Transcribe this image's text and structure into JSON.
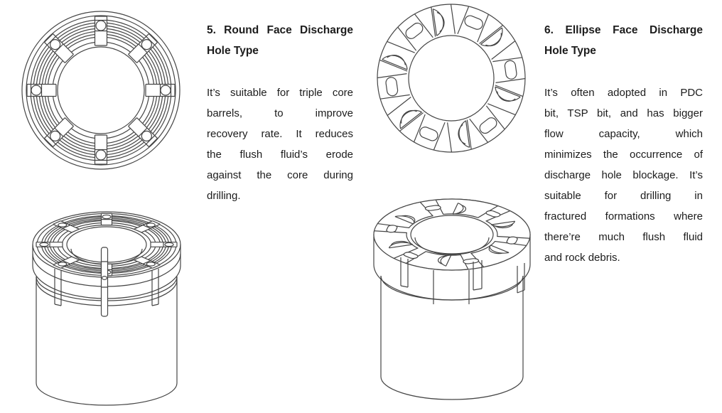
{
  "page": {
    "background": "#ffffff",
    "ink_color": "#454545",
    "text_color": "#1c1c1c"
  },
  "sections": [
    {
      "id": "round-face-discharge-hole",
      "heading_text": "5. Round Face Discharge Hole Type",
      "heading_lines": [
        "5. Round Face Discharge",
        "Hole Type"
      ],
      "body_text": "It’s suitable for triple core barrels, to improve recovery rate. It reduces the flush fluid’s erode against the core during drilling.",
      "body_lines": [
        "It’s suitable for triple core",
        "barrels, to improve",
        "recovery rate. It reduces",
        "the flush fluid’s erode",
        "against the core during",
        "drilling."
      ],
      "figures": {
        "top_view_alt": "Top view line drawing of round face discharge hole core bit with eight waterway slots and round holes",
        "perspective_alt": "Perspective line drawing of round face discharge hole core bit crown and cylindrical body"
      }
    },
    {
      "id": "ellipse-face-discharge-hole",
      "heading_text": "6. Ellipse Face Discharge Hole Type",
      "heading_lines": [
        "6. Ellipse Face Discharge",
        "Hole Type"
      ],
      "body_text": "It’s often adopted in PDC bit, TSP bit, and has bigger flow capacity, which minimizes the occurrence of discharge hole blockage. It’s suitable for drilling in fractured formations where there’re much flush fluid and rock debris.",
      "body_lines": [
        "It’s often adopted in PDC",
        "bit, TSP bit, and has bigger",
        "flow capacity, which",
        "minimizes the occurrence of",
        "discharge hole blockage. It’s",
        "suitable for drilling in",
        "fractured formations where",
        "there’re much flush fluid",
        "and rock debris."
      ],
      "figures": {
        "top_view_alt": "Top view line drawing of ellipse face discharge hole core bit with six segments and elliptical holes",
        "perspective_alt": "Perspective line drawing of ellipse face discharge hole PDC core bit crown and cylindrical body"
      }
    }
  ]
}
